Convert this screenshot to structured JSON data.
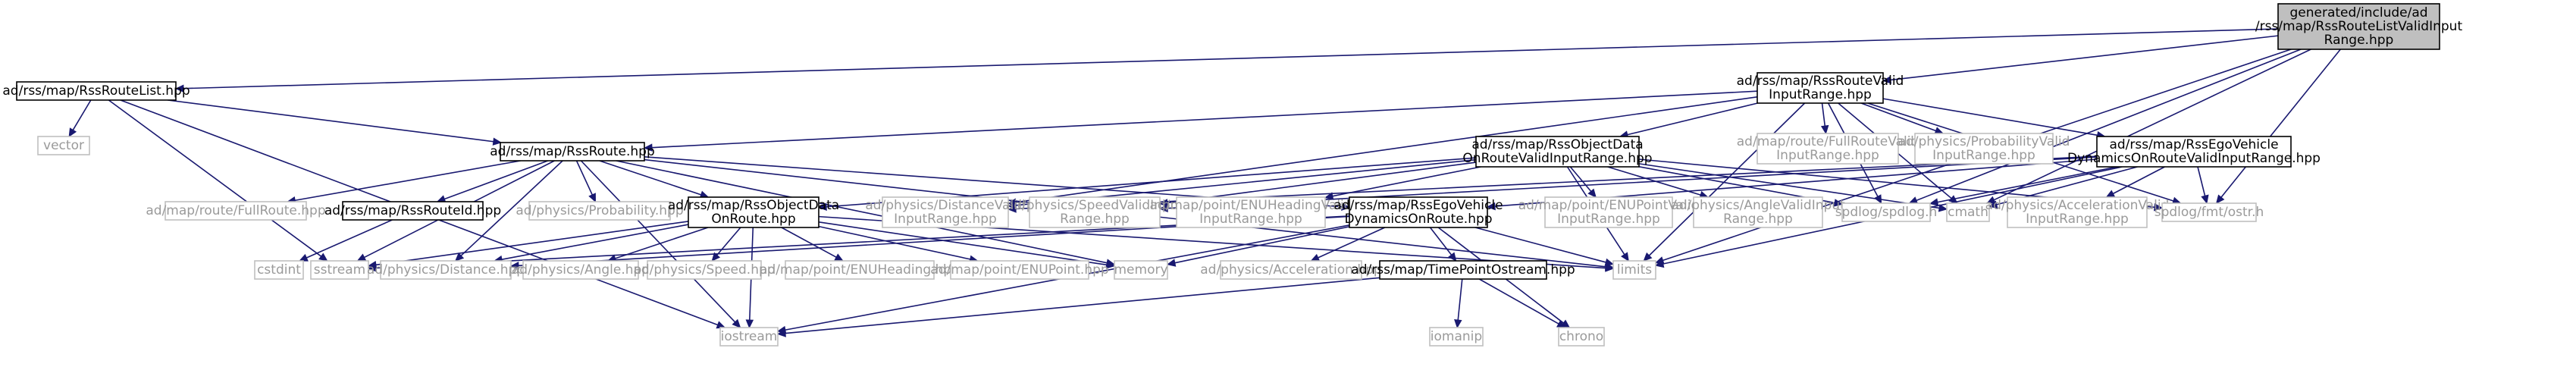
{
  "nodes": [
    {
      "id": "root",
      "lines": [
        "generated/include/ad",
        "/rss/map/RssRouteListValidInput",
        "Range.hpp"
      ],
      "kind": "root"
    },
    {
      "id": "routelist",
      "lines": [
        "ad/rss/map/RssRouteList.hpp"
      ],
      "kind": "doc"
    },
    {
      "id": "routevalid",
      "lines": [
        "ad/rss/map/RssRouteValid",
        "InputRange.hpp"
      ],
      "kind": "doc"
    },
    {
      "id": "vector",
      "lines": [
        "vector"
      ],
      "kind": "ext"
    },
    {
      "id": "rssroute",
      "lines": [
        "ad/rss/map/RssRoute.hpp"
      ],
      "kind": "doc"
    },
    {
      "id": "fullroutevalid",
      "lines": [
        "ad/map/route/FullRouteValid",
        "InputRange.hpp"
      ],
      "kind": "ext"
    },
    {
      "id": "probvalid",
      "lines": [
        "ad/physics/ProbabilityValid",
        "InputRange.hpp"
      ],
      "kind": "ext"
    },
    {
      "id": "objdatavalid",
      "lines": [
        "ad/rss/map/RssObjectData",
        "OnRouteValidInputRange.hpp"
      ],
      "kind": "doc"
    },
    {
      "id": "egovalid",
      "lines": [
        "ad/rss/map/RssEgoVehicle",
        "DynamicsOnRouteValidInputRange.hpp"
      ],
      "kind": "doc"
    },
    {
      "id": "fullroute",
      "lines": [
        "ad/map/route/FullRoute.hpp"
      ],
      "kind": "ext"
    },
    {
      "id": "routeid",
      "lines": [
        "ad/rss/map/RssRouteId.hpp"
      ],
      "kind": "doc"
    },
    {
      "id": "probability",
      "lines": [
        "ad/physics/Probability.hpp"
      ],
      "kind": "ext"
    },
    {
      "id": "objdata",
      "lines": [
        "ad/rss/map/RssObjectData",
        "OnRoute.hpp"
      ],
      "kind": "doc"
    },
    {
      "id": "distvalid",
      "lines": [
        "ad/physics/DistanceValid",
        "InputRange.hpp"
      ],
      "kind": "ext"
    },
    {
      "id": "speedvalid",
      "lines": [
        "ad/physics/SpeedValidInput",
        "Range.hpp"
      ],
      "kind": "ext"
    },
    {
      "id": "enuheadvalid",
      "lines": [
        "ad/map/point/ENUHeadingValid",
        "InputRange.hpp"
      ],
      "kind": "ext"
    },
    {
      "id": "ego",
      "lines": [
        "ad/rss/map/RssEgoVehicle",
        "DynamicsOnRoute.hpp"
      ],
      "kind": "doc"
    },
    {
      "id": "enupointvalid",
      "lines": [
        "ad/map/point/ENUPointValid",
        "InputRange.hpp"
      ],
      "kind": "ext"
    },
    {
      "id": "anglevalid",
      "lines": [
        "ad/physics/AngleValidInput",
        "Range.hpp"
      ],
      "kind": "ext"
    },
    {
      "id": "spdlog",
      "lines": [
        "spdlog/spdlog.h"
      ],
      "kind": "ext"
    },
    {
      "id": "cmath",
      "lines": [
        "cmath"
      ],
      "kind": "ext"
    },
    {
      "id": "accelvalid",
      "lines": [
        "ad/physics/AccelerationValid",
        "InputRange.hpp"
      ],
      "kind": "ext"
    },
    {
      "id": "ostr",
      "lines": [
        "spdlog/fmt/ostr.h"
      ],
      "kind": "ext"
    },
    {
      "id": "cstdint",
      "lines": [
        "cstdint"
      ],
      "kind": "ext"
    },
    {
      "id": "sstream",
      "lines": [
        "sstream"
      ],
      "kind": "ext"
    },
    {
      "id": "distance",
      "lines": [
        "ad/physics/Distance.hpp"
      ],
      "kind": "ext"
    },
    {
      "id": "angle",
      "lines": [
        "ad/physics/Angle.hpp"
      ],
      "kind": "ext"
    },
    {
      "id": "speed",
      "lines": [
        "ad/physics/Speed.hpp"
      ],
      "kind": "ext"
    },
    {
      "id": "enuheading",
      "lines": [
        "ad/map/point/ENUHeading.hpp"
      ],
      "kind": "ext"
    },
    {
      "id": "enupoint",
      "lines": [
        "ad/map/point/ENUPoint.hpp"
      ],
      "kind": "ext"
    },
    {
      "id": "memory",
      "lines": [
        "memory"
      ],
      "kind": "ext"
    },
    {
      "id": "acceleration",
      "lines": [
        "ad/physics/Acceleration.hpp"
      ],
      "kind": "ext"
    },
    {
      "id": "timepoint",
      "lines": [
        "ad/rss/map/TimePointOstream.hpp"
      ],
      "kind": "doc"
    },
    {
      "id": "limits",
      "lines": [
        "limits"
      ],
      "kind": "ext"
    },
    {
      "id": "iostream",
      "lines": [
        "iostream"
      ],
      "kind": "ext"
    },
    {
      "id": "iomanip",
      "lines": [
        "iomanip"
      ],
      "kind": "ext"
    },
    {
      "id": "chrono",
      "lines": [
        "chrono"
      ],
      "kind": "ext"
    }
  ],
  "edges": [
    [
      "root",
      "routelist"
    ],
    [
      "root",
      "routevalid"
    ],
    [
      "root",
      "limits"
    ],
    [
      "root",
      "ostr"
    ],
    [
      "root",
      "spdlog"
    ],
    [
      "root",
      "cmath"
    ],
    [
      "routelist",
      "vector"
    ],
    [
      "routelist",
      "rssroute"
    ],
    [
      "routelist",
      "iostream"
    ],
    [
      "routelist",
      "sstream"
    ],
    [
      "routevalid",
      "rssroute"
    ],
    [
      "routevalid",
      "fullroutevalid"
    ],
    [
      "routevalid",
      "probvalid"
    ],
    [
      "routevalid",
      "objdatavalid"
    ],
    [
      "routevalid",
      "egovalid"
    ],
    [
      "routevalid",
      "distvalid"
    ],
    [
      "routevalid",
      "spdlog"
    ],
    [
      "routevalid",
      "cmath"
    ],
    [
      "routevalid",
      "limits"
    ],
    [
      "routevalid",
      "ostr"
    ],
    [
      "rssroute",
      "fullroute"
    ],
    [
      "rssroute",
      "routeid"
    ],
    [
      "rssroute",
      "probability"
    ],
    [
      "rssroute",
      "objdata"
    ],
    [
      "rssroute",
      "distance"
    ],
    [
      "rssroute",
      "sstream"
    ],
    [
      "rssroute",
      "iostream"
    ],
    [
      "rssroute",
      "memory"
    ],
    [
      "rssroute",
      "limits"
    ],
    [
      "rssroute",
      "ego"
    ],
    [
      "routeid",
      "cstdint"
    ],
    [
      "objdatavalid",
      "objdata"
    ],
    [
      "objdatavalid",
      "distvalid"
    ],
    [
      "objdatavalid",
      "speedvalid"
    ],
    [
      "objdatavalid",
      "enuheadvalid"
    ],
    [
      "objdatavalid",
      "enupointvalid"
    ],
    [
      "objdatavalid",
      "anglevalid"
    ],
    [
      "objdatavalid",
      "spdlog"
    ],
    [
      "objdatavalid",
      "cmath"
    ],
    [
      "objdatavalid",
      "limits"
    ],
    [
      "objdatavalid",
      "ostr"
    ],
    [
      "egovalid",
      "ego"
    ],
    [
      "egovalid",
      "distvalid"
    ],
    [
      "egovalid",
      "speedvalid"
    ],
    [
      "egovalid",
      "accelvalid"
    ],
    [
      "egovalid",
      "spdlog"
    ],
    [
      "egovalid",
      "cmath"
    ],
    [
      "egovalid",
      "limits"
    ],
    [
      "egovalid",
      "ostr"
    ],
    [
      "objdata",
      "distance"
    ],
    [
      "objdata",
      "angle"
    ],
    [
      "objdata",
      "speed"
    ],
    [
      "objdata",
      "enuheading"
    ],
    [
      "objdata",
      "enupoint"
    ],
    [
      "objdata",
      "sstream"
    ],
    [
      "objdata",
      "iostream"
    ],
    [
      "objdata",
      "memory"
    ],
    [
      "objdata",
      "limits"
    ],
    [
      "ego",
      "distance"
    ],
    [
      "ego",
      "acceleration"
    ],
    [
      "ego",
      "timepoint"
    ],
    [
      "ego",
      "sstream"
    ],
    [
      "ego",
      "iostream"
    ],
    [
      "ego",
      "memory"
    ],
    [
      "ego",
      "limits"
    ],
    [
      "ego",
      "chrono"
    ],
    [
      "timepoint",
      "iomanip"
    ],
    [
      "timepoint",
      "chrono"
    ],
    [
      "timepoint",
      "iostream"
    ]
  ]
}
